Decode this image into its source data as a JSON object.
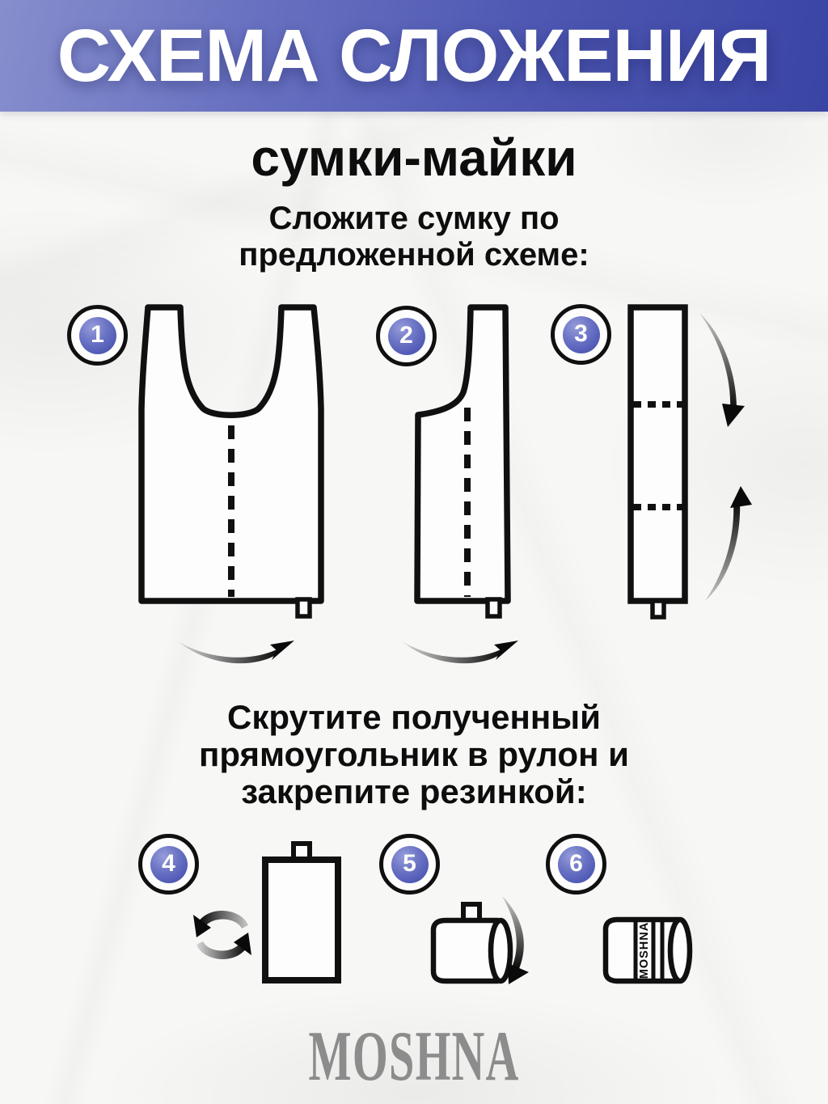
{
  "header": {
    "title": "СХЕМА СЛОЖЕНИЯ",
    "bg_gradient_left": "#878ecd",
    "bg_gradient_right": "#3a44a4",
    "text_color": "#ffffff"
  },
  "intro": {
    "title": "сумки-майки",
    "subtitle_line1": "Сложите сумку по",
    "subtitle_line2": "предложенной схеме:"
  },
  "fold_section": {
    "steps": [
      {
        "number": "1"
      },
      {
        "number": "2"
      },
      {
        "number": "3"
      }
    ]
  },
  "roll_section": {
    "instruction_line1": "Скрутите полученный",
    "instruction_line2": "прямоугольник в рулон и",
    "instruction_line3": "закрепите резинкой:",
    "steps": [
      {
        "number": "4"
      },
      {
        "number": "5"
      },
      {
        "number": "6"
      }
    ]
  },
  "roll_band_label": "MOSHNA",
  "footer": {
    "brand": "MOSHNA",
    "color": "#8c8c8c"
  },
  "badge_color": "#4e58b4",
  "icons": {
    "fold_arrow": "curved-swoosh-right-arrow",
    "fold_down_arrow": "curved-down-arrow",
    "fold_up_arrow": "curved-up-arrow",
    "rotate_arrows": "circular-rotate-arrows",
    "roll_arrow": "curved-roll-down-arrow"
  }
}
